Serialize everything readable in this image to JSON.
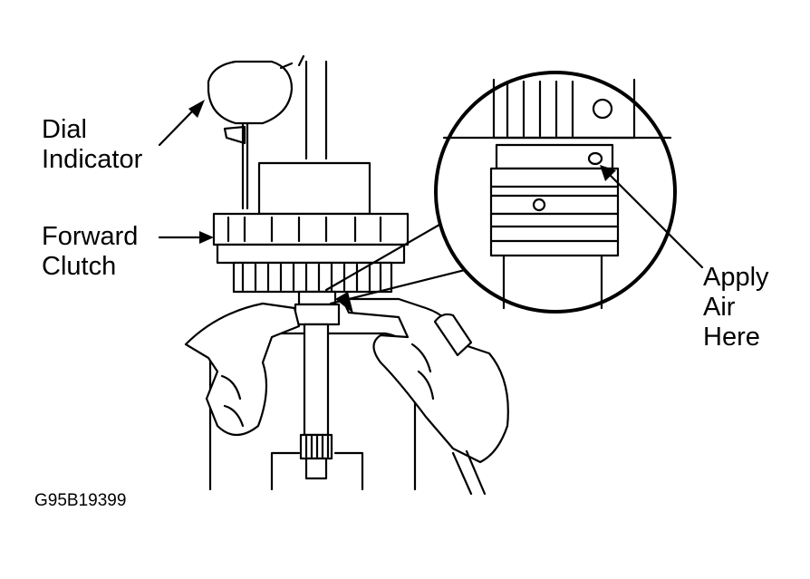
{
  "labels": {
    "dial_line1": "Dial",
    "dial_line2": "Indicator",
    "forward_line1": "Forward",
    "forward_line2": "Clutch",
    "apply_line1": "Apply",
    "apply_line2": "Air",
    "apply_line3": "Here"
  },
  "figure_id": "G95B19399",
  "colors": {
    "ink": "#000000",
    "paper": "#ffffff"
  }
}
